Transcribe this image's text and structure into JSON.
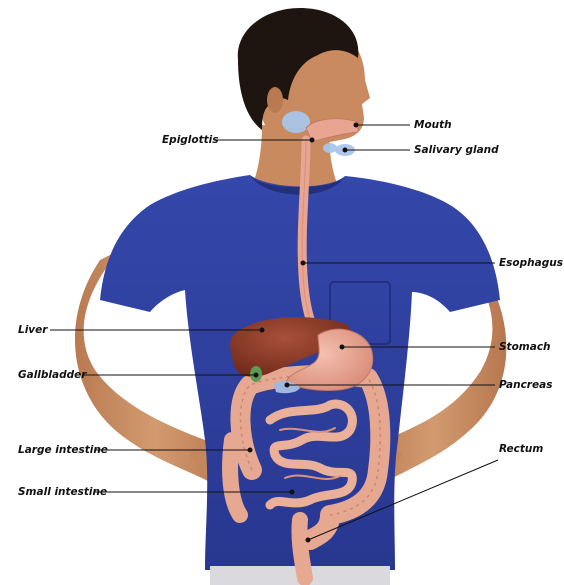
{
  "labels": {
    "mouth": "Mouth",
    "salivary_gland": "Salivary gland",
    "epiglottis": "Epiglottis",
    "esophagus": "Esophagus",
    "liver": "Liver",
    "stomach": "Stomach",
    "gallbladder": "Gallbladder",
    "pancreas": "Pancreas",
    "large_intestine": "Large intestine",
    "rectum": "Rectum",
    "small_intestine": "Small intestine"
  },
  "colors": {
    "shirt": "#2f3f9c",
    "skin": "#c98a5f",
    "hair": "#1e140f",
    "liver": "#8e3b25",
    "stomach": "#e9a28f",
    "intestine": "#e7a891",
    "esophagus": "#e8a592",
    "salivary": "#a9c6ea",
    "leader_line": "#111111"
  }
}
